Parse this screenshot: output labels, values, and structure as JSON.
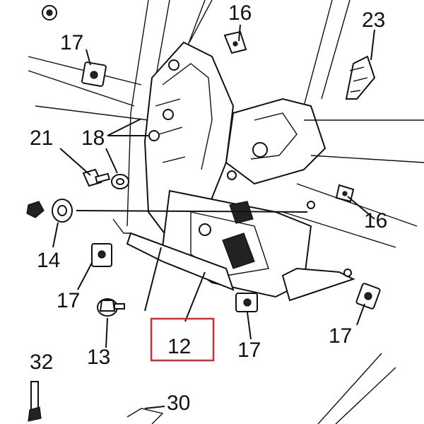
{
  "diagram": {
    "highlight_color": "#d62d34",
    "highlighted_part": "12",
    "callouts": [
      {
        "id": "c16a",
        "label": "16"
      },
      {
        "id": "c23",
        "label": "23"
      },
      {
        "id": "c17a",
        "label": "17"
      },
      {
        "id": "c21",
        "label": "21"
      },
      {
        "id": "c18",
        "label": "18"
      },
      {
        "id": "c16b",
        "label": "16"
      },
      {
        "id": "c14",
        "label": "14"
      },
      {
        "id": "c17b",
        "label": "17"
      },
      {
        "id": "c17c",
        "label": "17"
      },
      {
        "id": "c13",
        "label": "13"
      },
      {
        "id": "c12",
        "label": "12"
      },
      {
        "id": "c17d",
        "label": "17"
      },
      {
        "id": "c32",
        "label": "32"
      },
      {
        "id": "c30",
        "label": "30"
      }
    ]
  }
}
